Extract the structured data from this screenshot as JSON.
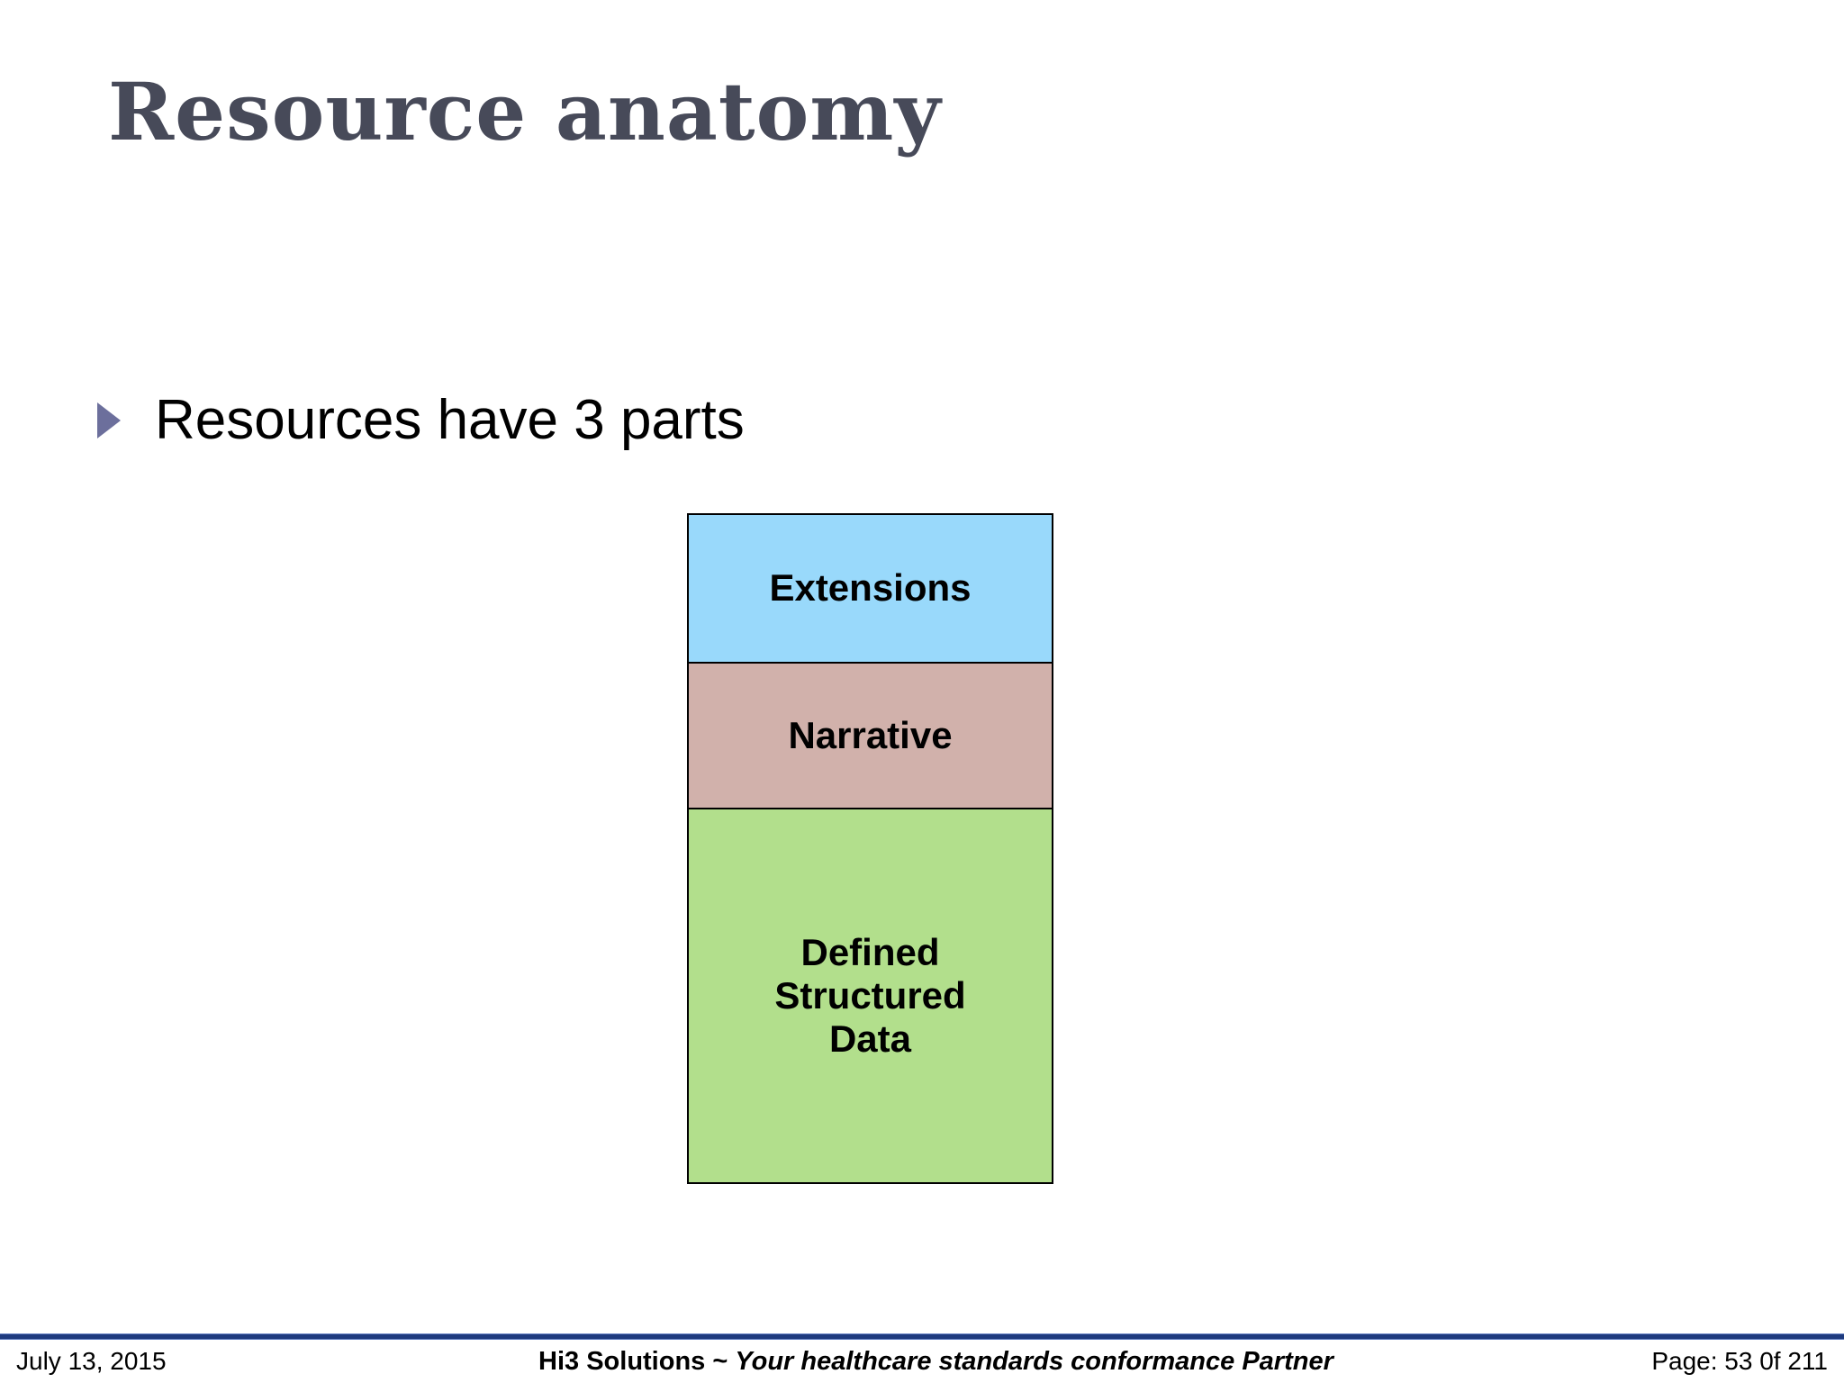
{
  "slide": {
    "title": "Resource anatomy",
    "bullet": {
      "text": "Resources have 3 parts"
    },
    "diagram": {
      "parts": [
        {
          "label": "Extensions",
          "color": "#99D9FB"
        },
        {
          "label": "Narrative",
          "color": "#D1B1AB"
        },
        {
          "label": "Defined\nStructured\nData",
          "color": "#B2DF8C"
        }
      ],
      "border_color": "#000000"
    },
    "footer": {
      "date": "July 13, 2015",
      "org": "Hi3 Solutions ~ ",
      "tagline": "Your healthcare standards conformance Partner",
      "page": "Page: 53 0f 211",
      "line_color": "#1E3A7E"
    },
    "colors": {
      "title": "#474A59",
      "bullet_marker": "#6C6F9C",
      "background": "#FFFFFF"
    }
  }
}
